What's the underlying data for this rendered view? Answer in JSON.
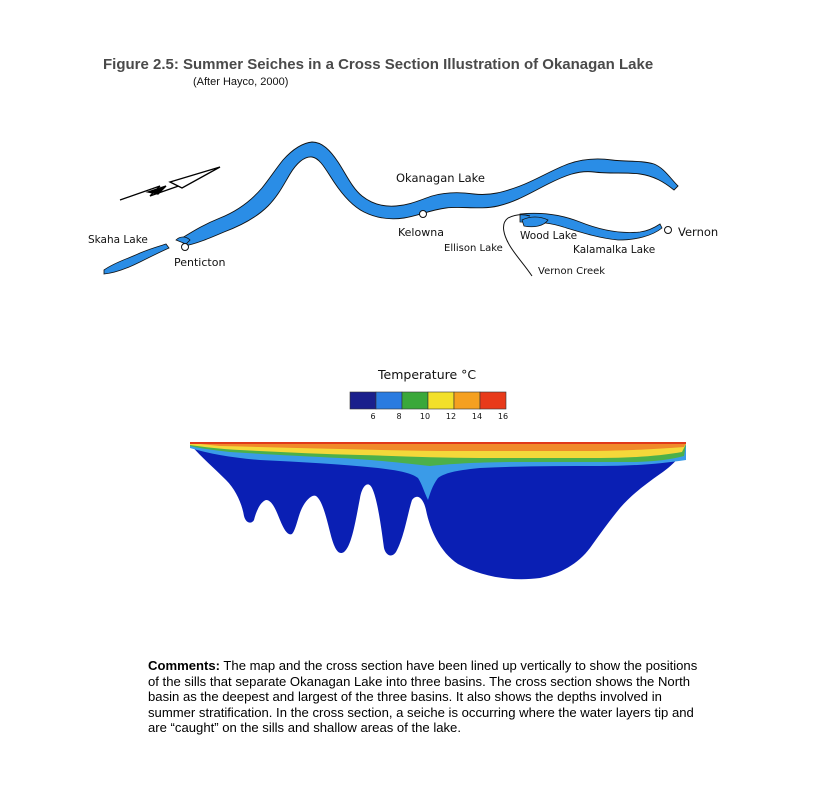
{
  "figure": {
    "title": "Figure 2.5:  Summer Seiches in a Cross Section Illustration of Okanagan Lake",
    "subtitle": "(After Hayco, 2000)"
  },
  "map_labels": {
    "okanagan_lake": "Okanagan Lake",
    "skaha_lake": "Skaha Lake",
    "penticton": "Penticton",
    "kelowna": "Kelowna",
    "ellison_lake": "Ellison Lake",
    "wood_lake": "Wood Lake",
    "kalamalka_lake": "Kalamalka Lake",
    "vernon": "Vernon",
    "vernon_creek": "Vernon Creek"
  },
  "legend": {
    "title": "Temperature °C",
    "ticks": [
      "6",
      "8",
      "10",
      "12",
      "14",
      "16"
    ],
    "colors": [
      "#1a1f8c",
      "#2a7be0",
      "#3aa83a",
      "#f2e02a",
      "#f5a020",
      "#e83a1a"
    ]
  },
  "cross_section_colors": {
    "deep": "#0a1fb4",
    "cool": "#3a9be8",
    "green": "#4cb04a",
    "yellow": "#f4d83a",
    "orange": "#f08a2a",
    "red": "#e03a1a"
  },
  "lake_color": "#2a8de6",
  "comments": {
    "label": "Comments:",
    "text": "  The map and the cross section have been lined up vertically to show the positions of the sills that separate Okanagan Lake into three basins.  The cross section shows the North basin as the deepest and largest of the three basins.  It also shows the depths involved in summer stratification.  In the cross section, a seiche is occurring where the water layers tip and are “caught” on the sills and shallow areas of the lake."
  }
}
